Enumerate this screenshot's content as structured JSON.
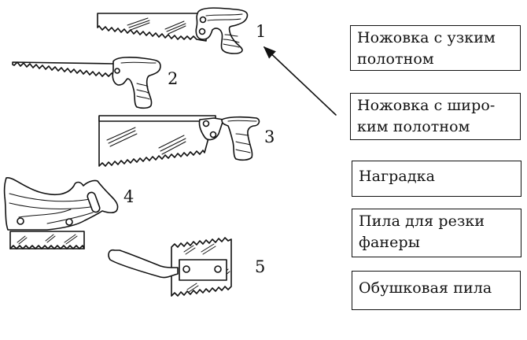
{
  "figure": {
    "items": [
      {
        "id": 1,
        "label": "1",
        "tool": "narrow-blade-hand-saw"
      },
      {
        "id": 2,
        "label": "2",
        "tool": "thin-blade-saw"
      },
      {
        "id": 3,
        "label": "3",
        "tool": "back-saw"
      },
      {
        "id": 4,
        "label": "4",
        "tool": "veneer-saw"
      },
      {
        "id": 5,
        "label": "5",
        "tool": "plywood-saw"
      }
    ]
  },
  "answer_boxes": [
    {
      "lines": [
        "Ножовка с узким",
        "полотном"
      ]
    },
    {
      "lines": [
        "Ножовка с широ-",
        "ким полотном"
      ]
    },
    {
      "lines": [
        "Наградка"
      ]
    },
    {
      "lines": [
        "Пила для резки",
        "фанеры"
      ]
    },
    {
      "lines": [
        "Обушковая пила"
      ]
    }
  ],
  "connections": [
    {
      "from_box": 2,
      "to_item": 1
    }
  ],
  "colors": {
    "ink": "#111111",
    "background": "#ffffff"
  }
}
